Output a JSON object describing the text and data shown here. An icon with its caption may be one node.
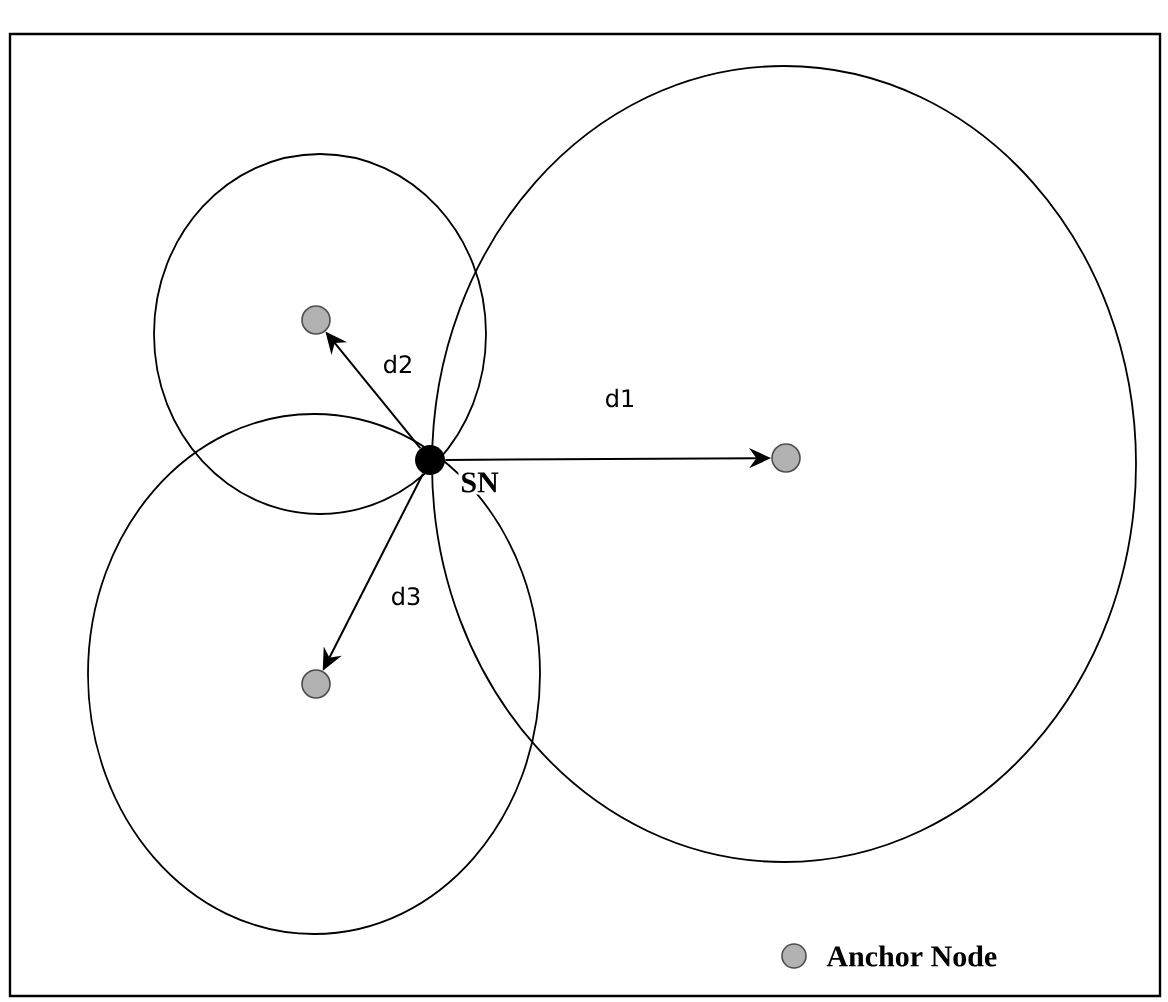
{
  "diagram": {
    "nodes": [
      {
        "text": [],
        "shape": "circle",
        "beside": [
          "SN"
        ]
      },
      {
        "text": [],
        "shape": "circle"
      },
      {
        "text": [],
        "shape": "circle"
      },
      {
        "text": [],
        "shape": "circle"
      }
    ],
    "edges": [
      {
        "from": 0,
        "to": 1,
        "arrow": "to",
        "label": "d1"
      },
      {
        "from": 0,
        "to": 2,
        "arrow": "to",
        "label": "d2"
      },
      {
        "from": 0,
        "to": 3,
        "arrow": "to",
        "label": "d3"
      }
    ],
    "legend": [
      {
        "text": "Anchor Node"
      }
    ]
  }
}
